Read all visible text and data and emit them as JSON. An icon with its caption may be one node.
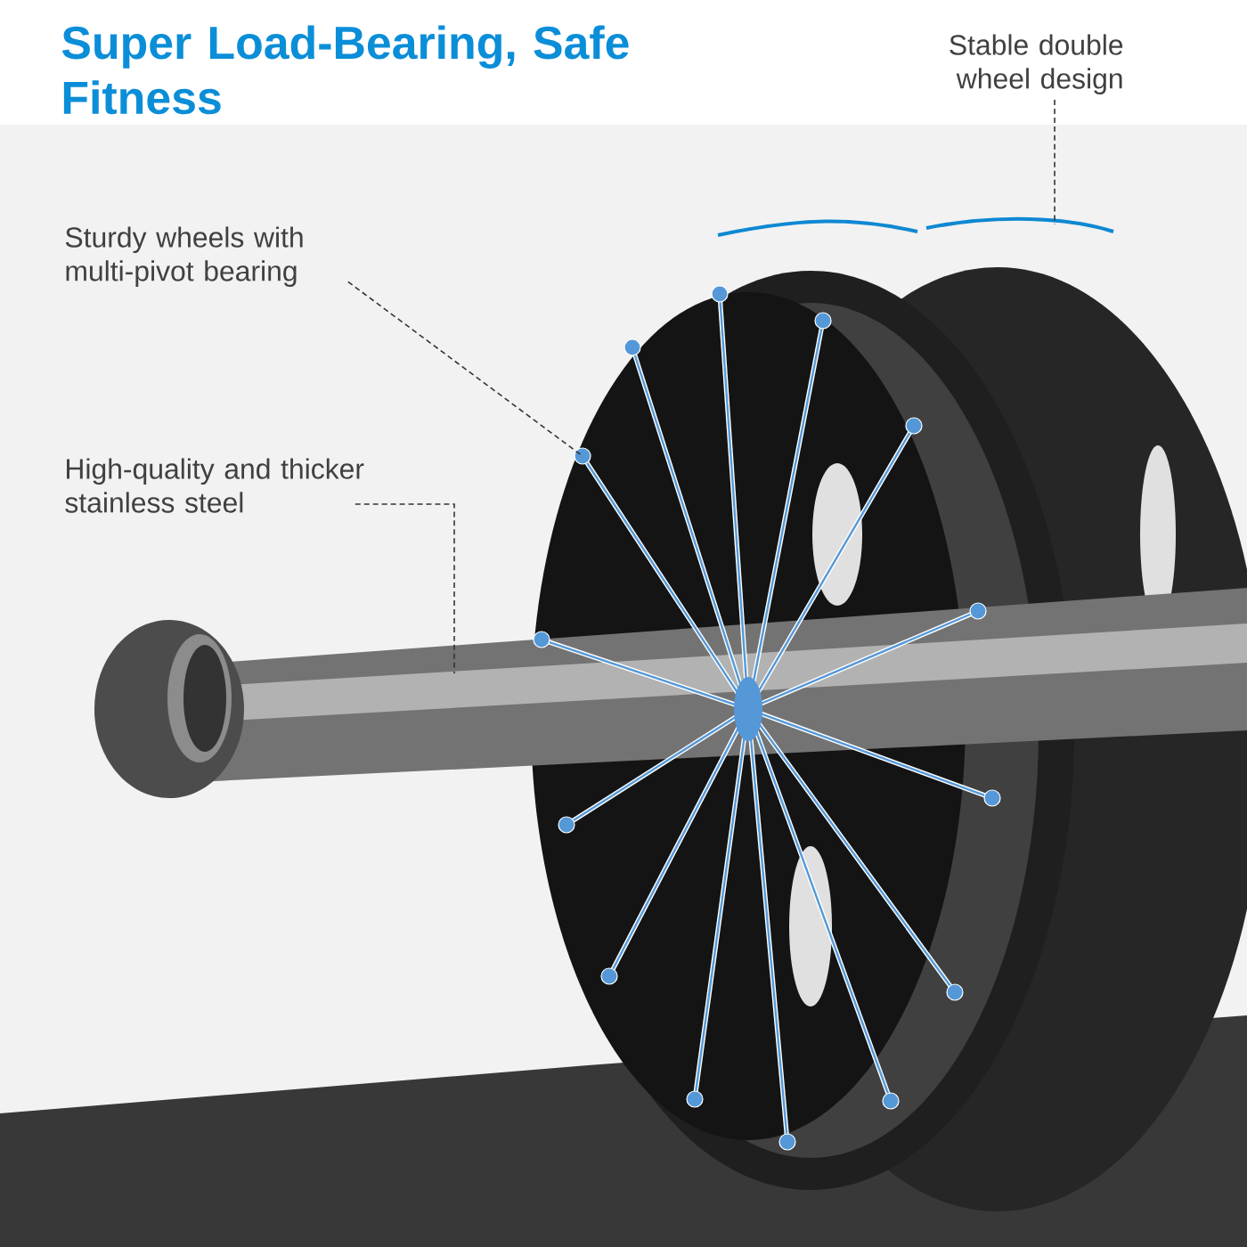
{
  "diagram": {
    "title": "Super Load-Bearing, Safe Fitness",
    "nodes": [
      {
        "text": [
          "Stable double wheel design"
        ]
      },
      {
        "text": [
          "Sturdy wheels with multi-pivot bearing"
        ]
      },
      {
        "text": [
          "High-quality and thicker stainless steel"
        ]
      }
    ],
    "edges": [
      {
        "from": 0,
        "to": null,
        "arrow": "none"
      },
      {
        "from": 1,
        "to": null,
        "arrow": "none"
      },
      {
        "from": 2,
        "to": null,
        "arrow": "none"
      }
    ]
  }
}
